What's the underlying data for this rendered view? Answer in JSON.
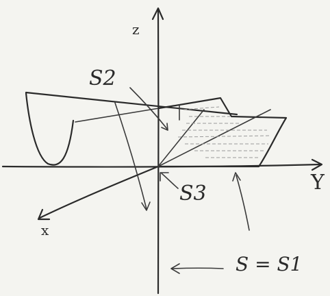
{
  "diagram": {
    "axes": {
      "z": "z",
      "y": "Y",
      "x": "x"
    },
    "surfaces": {
      "s2": "S2",
      "s3": "S3",
      "s_equals_s1": "S = S1"
    },
    "ink_color": "#2a2a2a",
    "paper_color": "#f4f4f0"
  }
}
